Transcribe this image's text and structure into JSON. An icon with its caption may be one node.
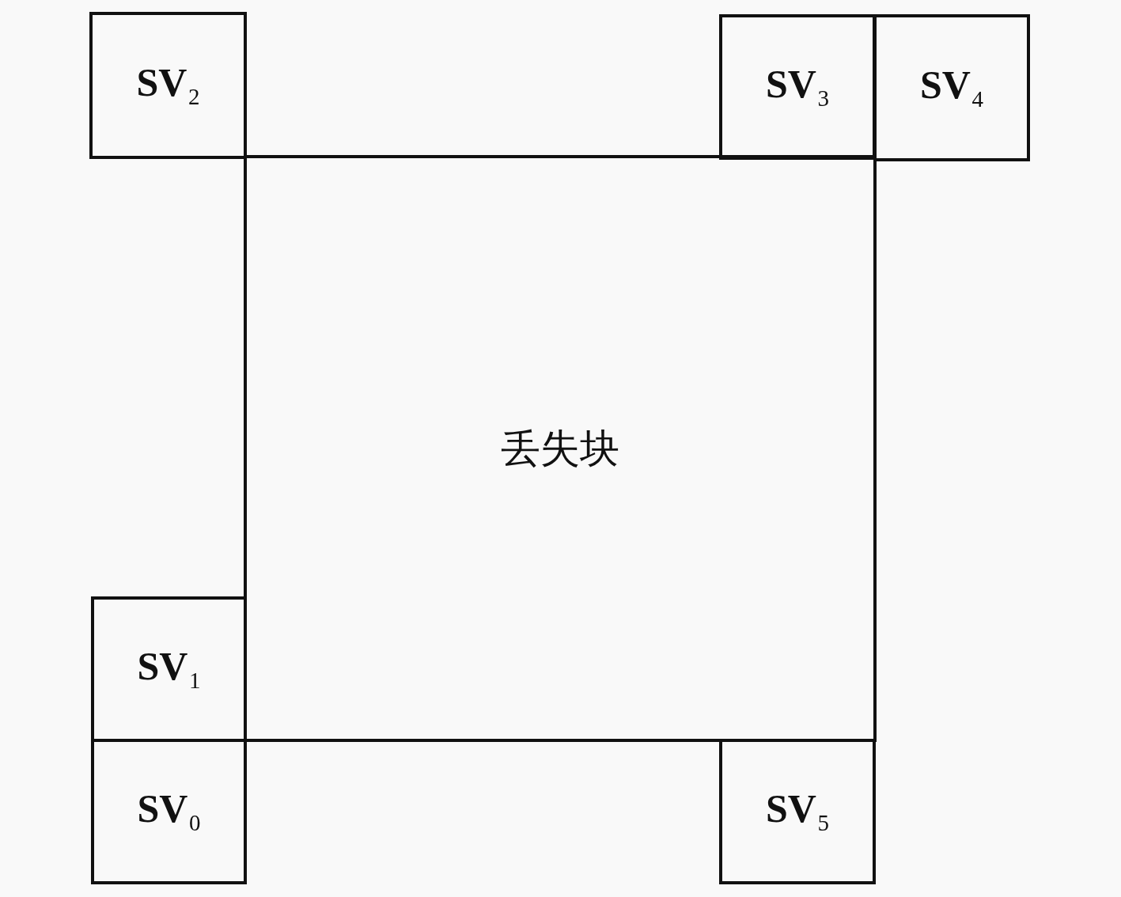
{
  "diagram": {
    "nodes": [
      {
        "text": [
          "**SV**$_{2}$"
        ]
      },
      {
        "text": [
          "**SV**$_{3}$"
        ]
      },
      {
        "text": [
          "**SV**$_{4}$"
        ]
      },
      {
        "text": [
          "丢失块"
        ]
      },
      {
        "text": [
          "**SV**$_{1}$"
        ]
      },
      {
        "text": [
          "**SV**$_{0}$"
        ]
      },
      {
        "text": [
          "**SV**$_{5}$"
        ]
      }
    ]
  }
}
